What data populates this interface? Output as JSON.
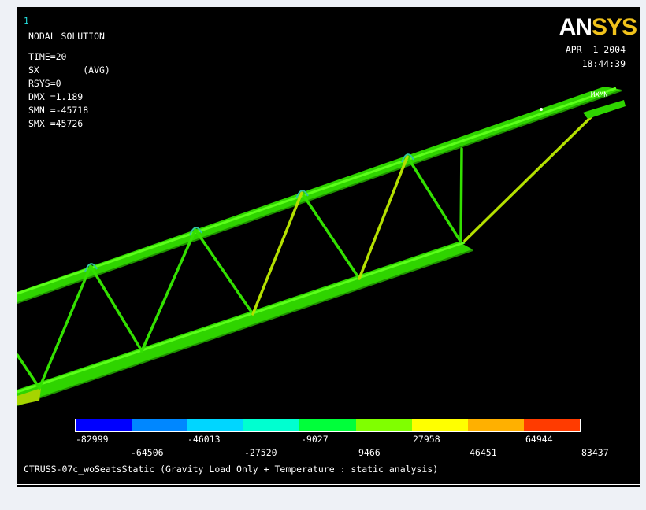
{
  "window_number": "1",
  "header": {
    "title": "NODAL SOLUTION",
    "time": "TIME=20",
    "sx": "SX        (AVG)",
    "rsys": "RSYS=0",
    "dmx": "DMX =1.189",
    "smn": "SMN =-45718",
    "smx": "SMX =45726"
  },
  "logo": {
    "part1": "AN",
    "part2": "SYS"
  },
  "date": "APR  1 2004",
  "time_clock": "18:44:39",
  "mn_mx_marker": "MXMN",
  "legend": {
    "colors": [
      "#0000ff",
      "#0087ff",
      "#00d6ff",
      "#00ffd0",
      "#00ff3a",
      "#80ff00",
      "#ffff00",
      "#ffb000",
      "#ff3b00"
    ],
    "upper_labels": [
      "-82999",
      "-46013",
      "-9027",
      "27958",
      "64944"
    ],
    "lower_labels": [
      "-64506",
      "-27520",
      "9466",
      "46451",
      "83437"
    ]
  },
  "subtitle": "CTRUSS-07c_woSeatsStatic (Gravity Load Only + Temperature : static analysis)",
  "colors": {
    "frame_bg": "#000000",
    "member_green": "#33e000",
    "member_dark": "#249b00",
    "member_yellow": "#b4e000",
    "accent": "#f1c21b"
  }
}
